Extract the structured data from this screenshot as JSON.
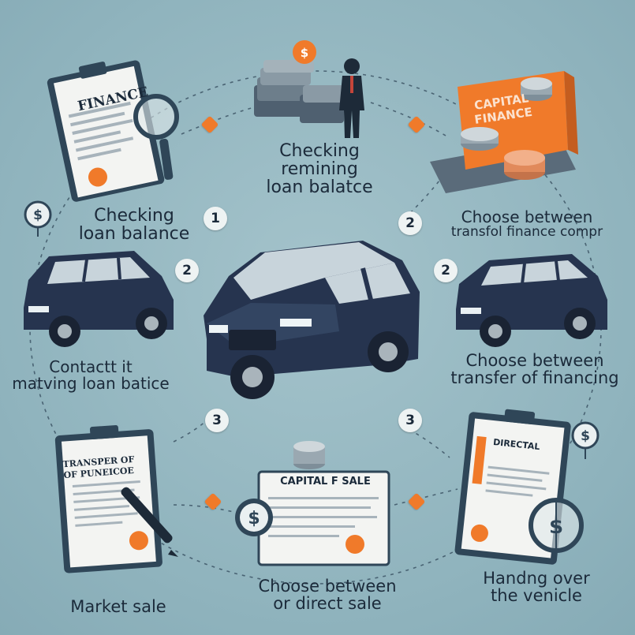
{
  "colors": {
    "background": "#8fb3bd",
    "accent": "#f07a2a",
    "car": "#26344f",
    "paper": "#f3f4f2",
    "text": "#1b2a3a"
  },
  "labels": {
    "top_left": [
      "Checking",
      "loan balance"
    ],
    "top_center": [
      "Checking",
      "remining",
      "loan balatce"
    ],
    "top_right": [
      "Choose between",
      "transfol finance compr"
    ],
    "mid_left": [
      "Contactt it",
      "matving loan batice"
    ],
    "mid_right": [
      "Choose between",
      "transfer of financing"
    ],
    "bottom_left": [
      "Market sale"
    ],
    "bottom_center": [
      "Choose between",
      "or direct sale"
    ],
    "bottom_right": [
      "Handng over",
      "the venicle"
    ]
  },
  "documents": {
    "finance_title": "FINANCE",
    "capital_title": "CAPITAL",
    "capital_sub": "FINANCE",
    "transfer_title": "TRANSPER OF",
    "transfer_sub": "OF PUNEICOE",
    "capital_sale": "CAPITAL F SALE",
    "direct": "DIRECTAL"
  },
  "steps": [
    "1",
    "2",
    "2",
    "2",
    "3",
    "3"
  ],
  "icons": [
    "magnifier-icon",
    "dollar-coin-icon",
    "cash-stack-icon",
    "person-icon",
    "pen-icon",
    "coin-stack-icon",
    "dollar-tag-icon"
  ]
}
